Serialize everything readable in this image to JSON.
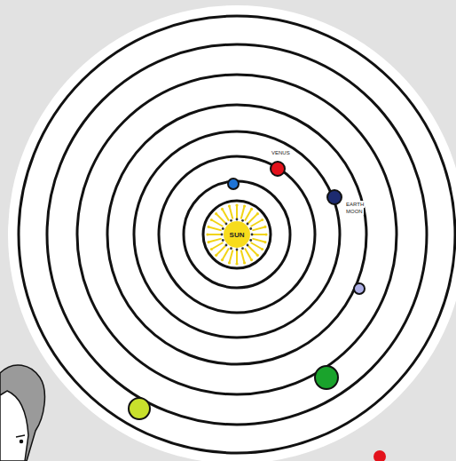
{
  "diagram": {
    "nodes": [
      {
        "text": [
          "SUN"
        ]
      }
    ],
    "labels": [
      "VENUS",
      "EARTH",
      "MOON"
    ]
  }
}
